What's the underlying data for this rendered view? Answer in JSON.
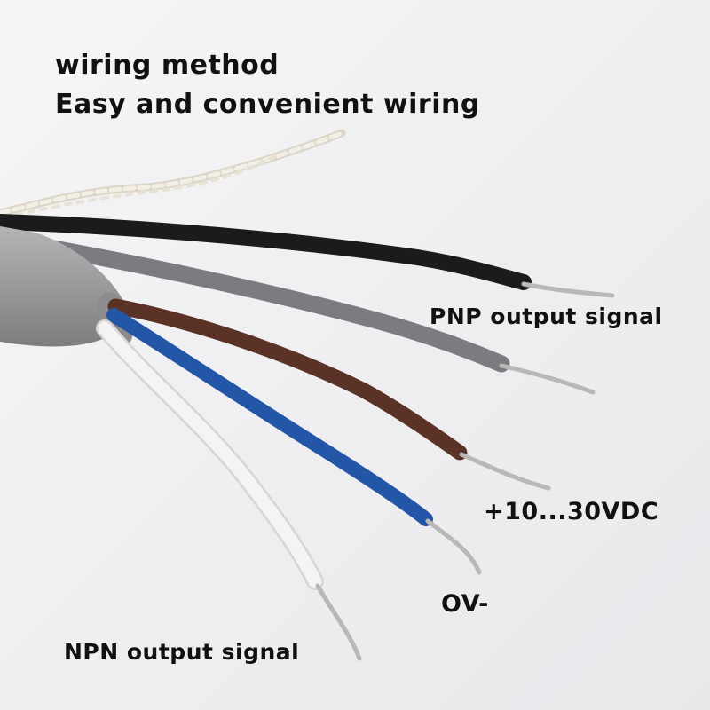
{
  "title": {
    "line1": "wiring method",
    "line2": "Easy and convenient wiring"
  },
  "labels": {
    "pnp": "PNP output signal",
    "vdc": "+10...30VDC",
    "ov": "OV-",
    "npn": "NPN output signal"
  },
  "wires": [
    {
      "name": "black",
      "color": "#1b1b1d"
    },
    {
      "name": "gray",
      "color": "#7c7c80"
    },
    {
      "name": "brown",
      "color": "#5a3226"
    },
    {
      "name": "blue",
      "color": "#2456a8"
    },
    {
      "name": "white",
      "color": "#f4f4f2"
    }
  ],
  "colors": {
    "background": "#f1f1f3",
    "jacket": "#9a9a9c",
    "copper": "#b8b8b8",
    "text": "#111111"
  }
}
